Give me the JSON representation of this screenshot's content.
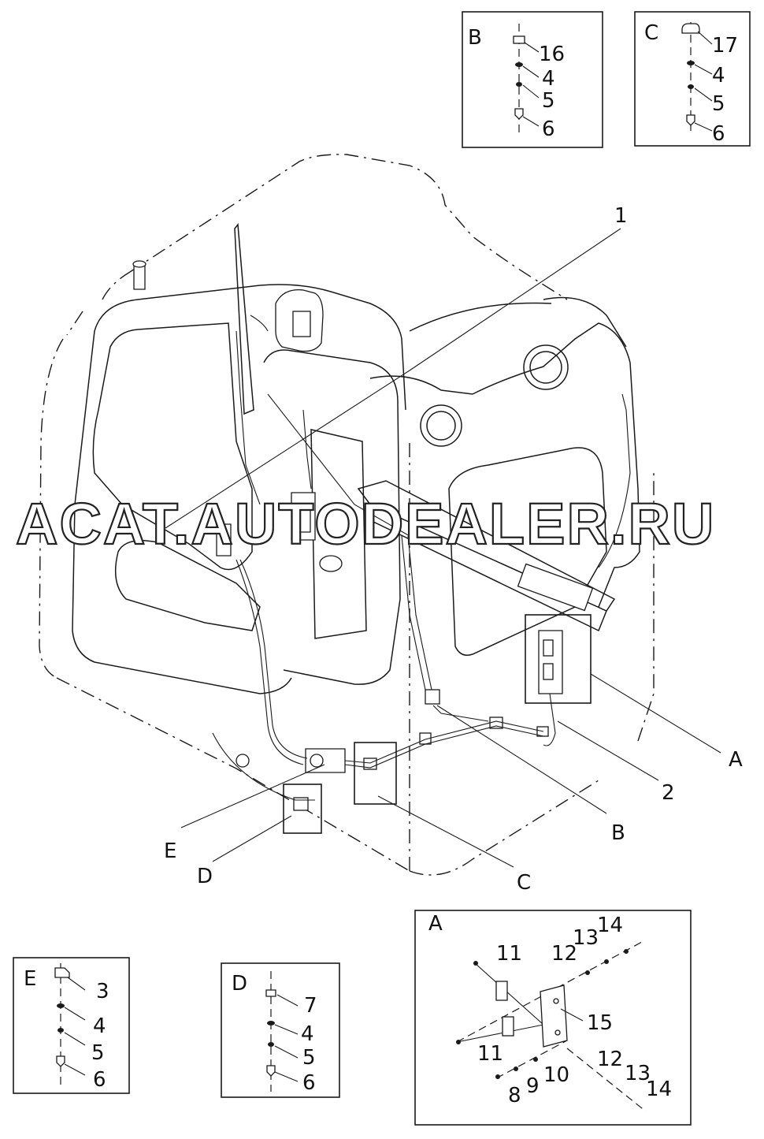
{
  "watermark": "ACAT.AUTODEALER.RU",
  "callouts": {
    "n1": "1",
    "n2": "2",
    "A": "A",
    "B": "B",
    "C": "C",
    "D": "D",
    "E": "E"
  },
  "detail_B": {
    "title": "B",
    "parts": [
      "16",
      "4",
      "5",
      "6"
    ]
  },
  "detail_C": {
    "title": "C",
    "parts": [
      "17",
      "4",
      "5",
      "6"
    ]
  },
  "detail_E": {
    "title": "E",
    "parts": [
      "3",
      "4",
      "5",
      "6"
    ]
  },
  "detail_D": {
    "title": "D",
    "parts": [
      "7",
      "4",
      "5",
      "6"
    ]
  },
  "detail_A": {
    "title": "A",
    "labels": {
      "p11_top": "11",
      "p12_top": "12",
      "p13_top": "13",
      "p14_top": "14",
      "p15": "15",
      "p11_bot": "11",
      "p12_bot": "12",
      "p13_bot": "13",
      "p14_bot": "14",
      "p10": "10",
      "p9": "9",
      "p8": "8"
    }
  }
}
